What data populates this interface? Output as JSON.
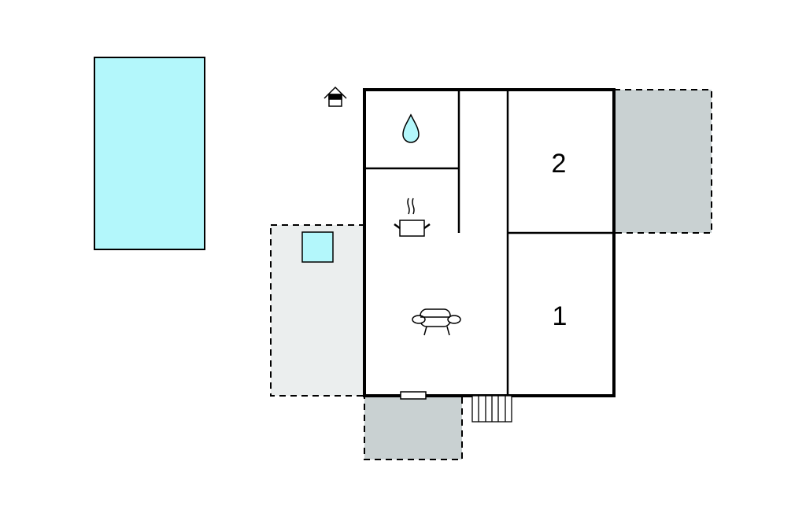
{
  "rooms": [
    {
      "id": "bedroom-2",
      "label": "2"
    },
    {
      "id": "bedroom-1",
      "label": "1"
    }
  ],
  "icons": [
    "house-entrance-icon",
    "water-drop-icon",
    "cooking-pot-icon",
    "armchair-icon",
    "stairs-icon"
  ],
  "colors": {
    "pool": "#b3f7fb",
    "terrace_light": "#ebeeee",
    "terrace_dark": "#c9d1d2",
    "wall": "#000000"
  }
}
